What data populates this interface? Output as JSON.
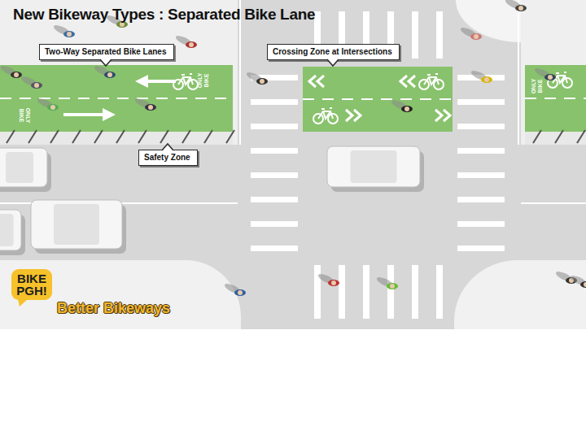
{
  "diagram": {
    "title": "New Bikeway Types : Separated Bike Lane",
    "nodes": [
      {
        "text": [
          "Two-Way Separated Bike Lanes"
        ]
      },
      {
        "text": [
          "Crossing Zone at Intersections"
        ]
      },
      {
        "text": [
          "Safety Zone"
        ]
      },
      {
        "text": [
          "BIKE PGH!"
        ]
      }
    ],
    "labels": [
      "ONLY BIKE",
      "ONLY BIKE",
      "ONLY BIKE",
      "Better Bikeways"
    ]
  }
}
